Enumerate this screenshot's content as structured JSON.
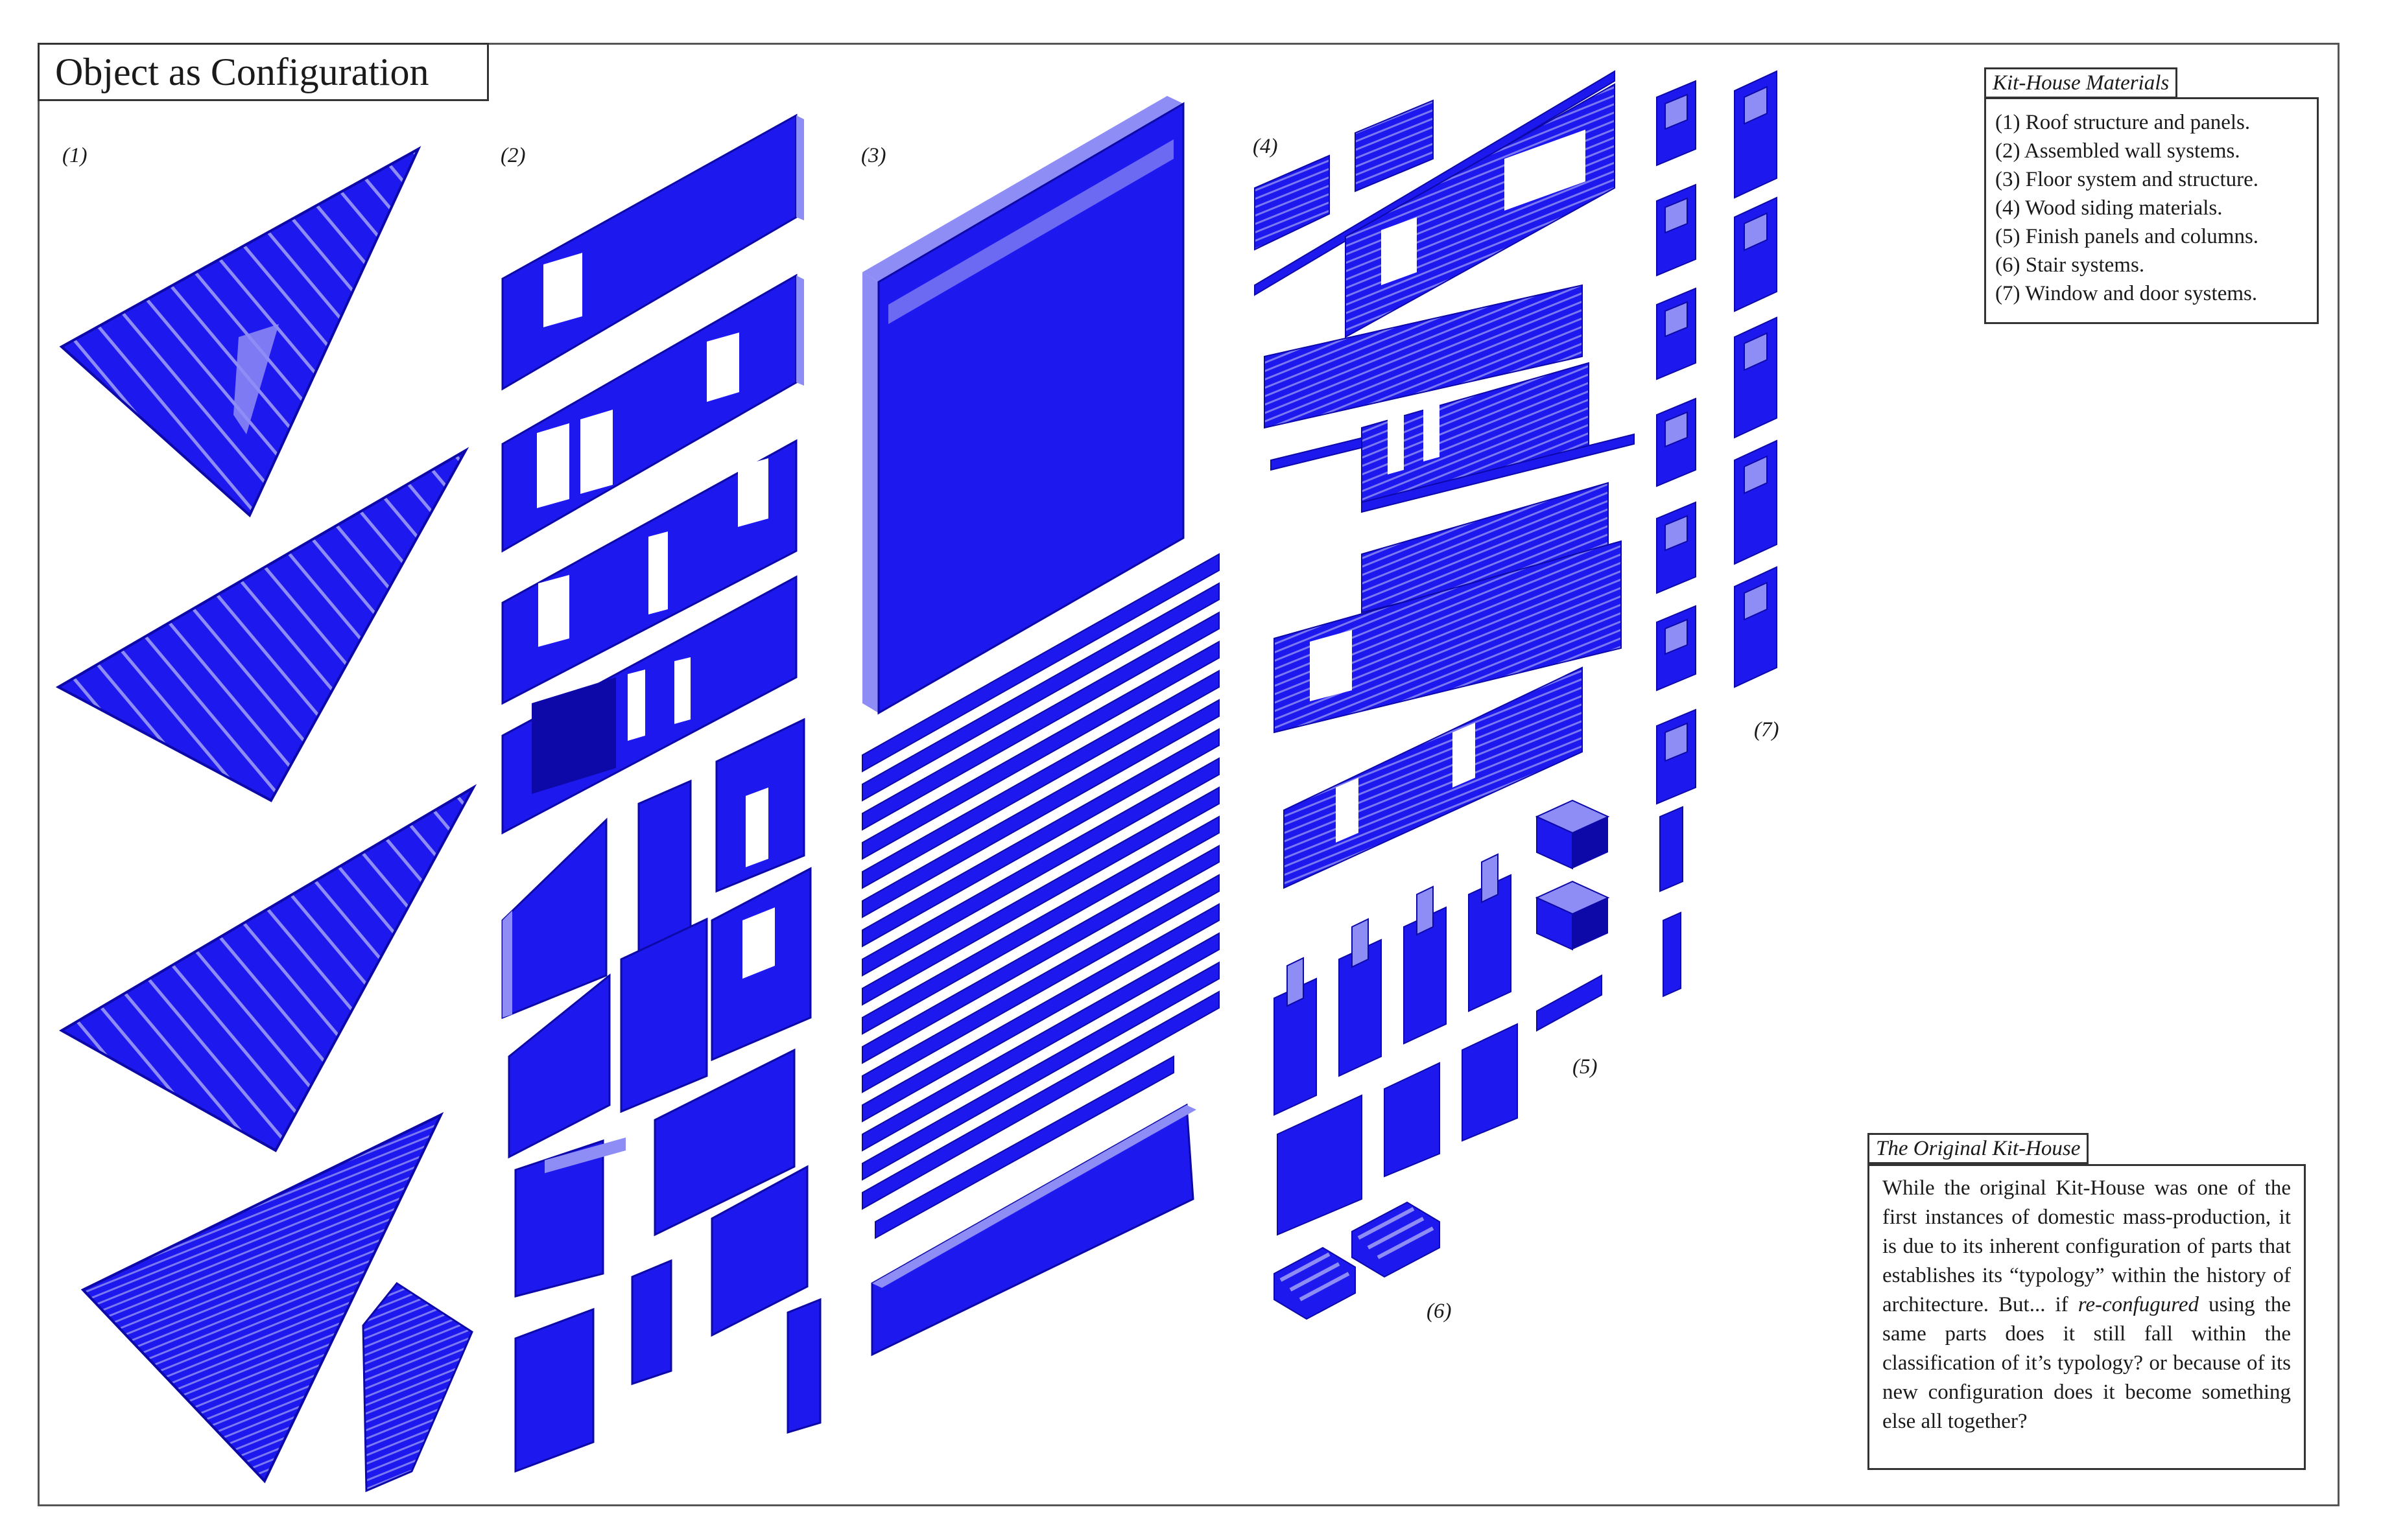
{
  "title": "Object as Configuration",
  "colors": {
    "blue": "#1d18ee",
    "dark_blue": "#0d09a8",
    "light_blue": "#8e8cf5",
    "frame": "#555555"
  },
  "sections": {
    "s1": "(1)",
    "s2": "(2)",
    "s3": "(3)",
    "s4": "(4)",
    "s5": "(5)",
    "s6": "(6)",
    "s7": "(7)"
  },
  "legend": {
    "heading": "Kit-House Materials",
    "items": [
      "(1) Roof structure and panels.",
      "(2) Assembled wall systems.",
      "(3) Floor system and structure.",
      "(4) Wood siding materials.",
      "(5) Finish panels and columns.",
      "(6) Stair systems.",
      "(7) Window and door systems."
    ]
  },
  "essay": {
    "heading": "The Original Kit-House",
    "text_before": "While the original Kit-House was one of the first instances of domestic mass-production, it is due to its inherent configuration of parts that establishes its “typology” within the history of architecture. But... if ",
    "text_em": "re-confugured",
    "text_after": " using the same parts does it still fall within the classification of it’s typology? or because of its new configuration does it become something else all together?"
  }
}
